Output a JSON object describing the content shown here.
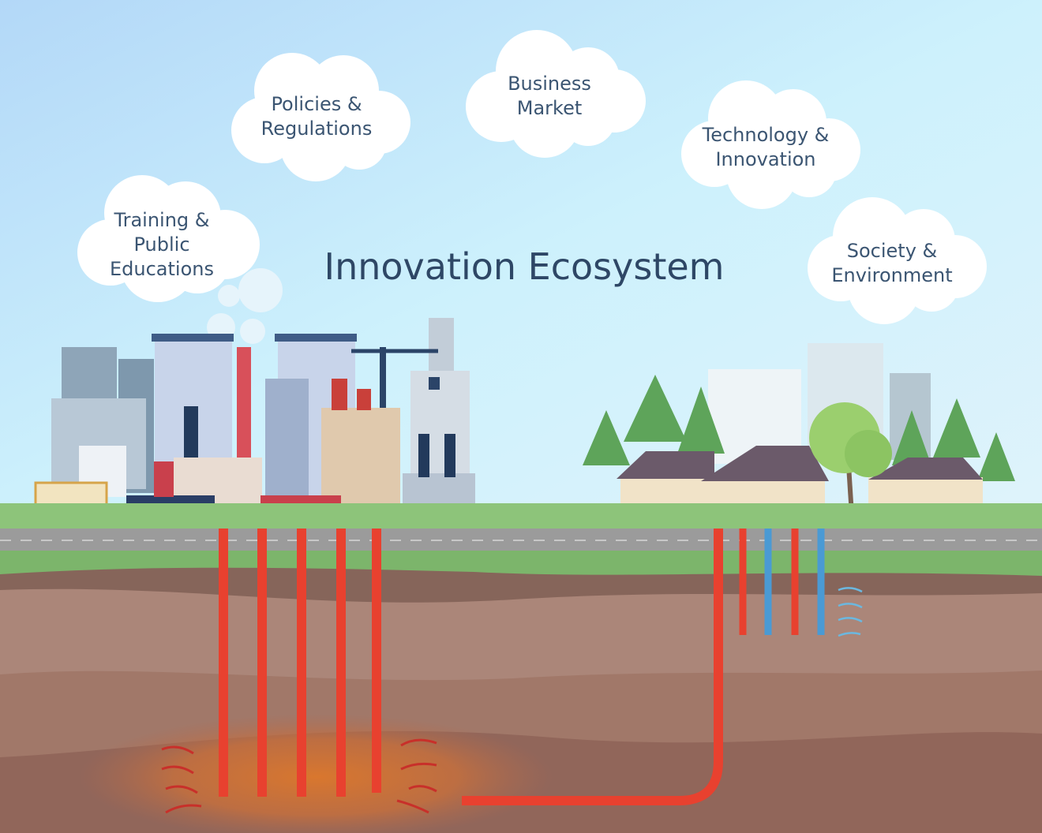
{
  "title": "Innovation Ecosystem",
  "clouds": [
    {
      "name": "training",
      "lines": [
        "Training &",
        "Public",
        "Educations"
      ]
    },
    {
      "name": "policies",
      "lines": [
        "Policies &",
        "Regulations"
      ]
    },
    {
      "name": "business",
      "lines": [
        "Business",
        "Market"
      ]
    },
    {
      "name": "technology",
      "lines": [
        "Technology &",
        "Innovation"
      ]
    },
    {
      "name": "society",
      "lines": [
        "Society &",
        "Environment"
      ]
    }
  ],
  "colors": {
    "title": "#2e4766",
    "cloud_text": "#3b5572",
    "hot_pipe": "#e8412f",
    "cold_pipe": "#4a9ad4",
    "grass": "#7cb56b",
    "road": "#9b9b9b"
  }
}
